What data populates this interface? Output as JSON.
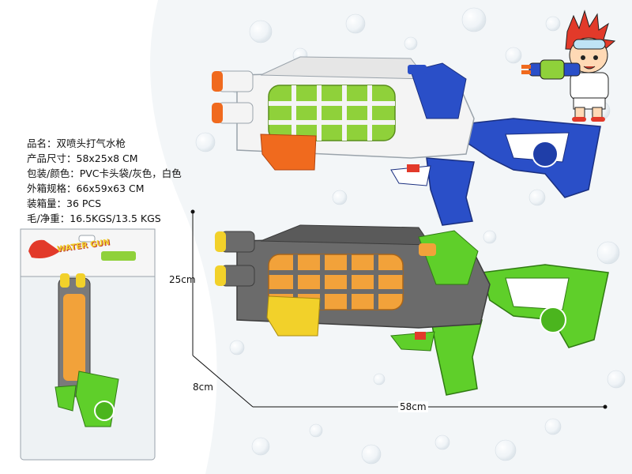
{
  "specs": {
    "name": "品名：双喷头打气水枪",
    "size": "产品尺寸：58x25x8 CM",
    "packaging": "包装/颜色：PVC卡头袋/灰色，白色",
    "carton": "外箱规格：66x59x63 CM",
    "quantity": "装箱量：36 PCS",
    "weight": "毛/净重：16.5KGS/13.5 KGS"
  },
  "dimensions": {
    "height": "25cm",
    "depth": "8cm",
    "length": "58cm"
  },
  "package_label": {
    "brand": "WATER GUN"
  },
  "colors": {
    "white_gun_body": "#f4f4f4",
    "white_gun_accent": "#2a4fc8",
    "white_gun_tank": "#8fd13a",
    "grey_gun_body": "#6b6b6b",
    "grey_gun_accent": "#5fcf2a",
    "grey_gun_tank": "#f2a23a",
    "nozzle_orange": "#f06a1e"
  }
}
